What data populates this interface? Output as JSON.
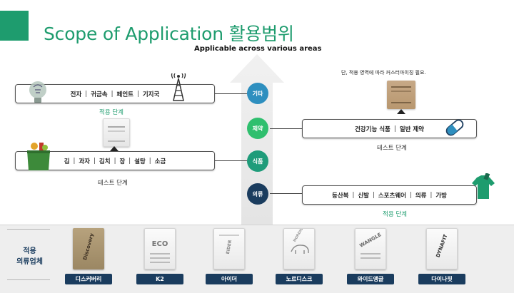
{
  "header": {
    "title": "Scope of Application 활용범위",
    "subtitle": "Applicable across various areas"
  },
  "categories": [
    {
      "label": "기타",
      "color": "#2e8fbf"
    },
    {
      "label": "제약",
      "color": "#2fbf6e"
    },
    {
      "label": "식품",
      "color": "#1f9c7a"
    },
    {
      "label": "의류",
      "color": "#1a3c5e"
    }
  ],
  "boxes": {
    "other": {
      "items": [
        "전자",
        "귀금속",
        "페인트",
        "기지국"
      ],
      "stage": "적용 단계"
    },
    "food": {
      "items": [
        "김",
        "과자",
        "김치",
        "장",
        "설탕",
        "소금"
      ],
      "stage": "테스트 단계"
    },
    "pharma": {
      "items": [
        "건강기능 식품",
        "일반 제약"
      ],
      "stage": "테스트 단계",
      "note": "단, 적용 영역에 따라 커스터마이징 필요."
    },
    "clothing": {
      "items": [
        "등산복",
        "신발",
        "스포츠웨어",
        "의류",
        "가방"
      ],
      "stage": "적용 단계"
    }
  },
  "icons": {
    "other_left": "lightbulb-icon",
    "other_right": "antenna-tower-icon",
    "food_left": "grocery-bag-icon",
    "pharma_right": "capsule-icon",
    "clothing_right": "tshirt-tag-icon"
  },
  "bottom": {
    "label_line1": "적용",
    "label_line2": "의류업체",
    "brands": [
      {
        "name": "디스커버리",
        "mark": "Discovery",
        "style": "brown"
      },
      {
        "name": "K2",
        "mark": "ECO",
        "style": "white"
      },
      {
        "name": "아이더",
        "mark": "EIDER",
        "style": "white"
      },
      {
        "name": "노르디스크",
        "mark": "NORDISK",
        "style": "white"
      },
      {
        "name": "와이드앵글",
        "mark": "WANGLE",
        "style": "white"
      },
      {
        "name": "다이나핏",
        "mark": "DYNAFIT",
        "style": "white"
      }
    ]
  }
}
